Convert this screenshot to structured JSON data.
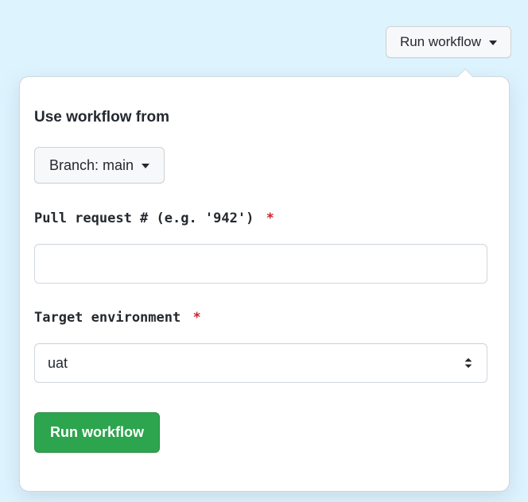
{
  "colors": {
    "background": "#ddf4ff",
    "required_marker": "#cf222e",
    "submit_button_bg": "#2da44e"
  },
  "banner": {
    "run_workflow_button_label": "Run workflow"
  },
  "popover": {
    "heading": "Use workflow from",
    "branch_button_label": "Branch: main",
    "required_marker": "*",
    "fields": [
      {
        "label": "Pull request # (e.g. '942')",
        "required": true,
        "type": "text",
        "value": ""
      },
      {
        "label": "Target environment",
        "required": true,
        "type": "select",
        "value": "uat"
      }
    ],
    "submit_button_label": "Run workflow"
  }
}
